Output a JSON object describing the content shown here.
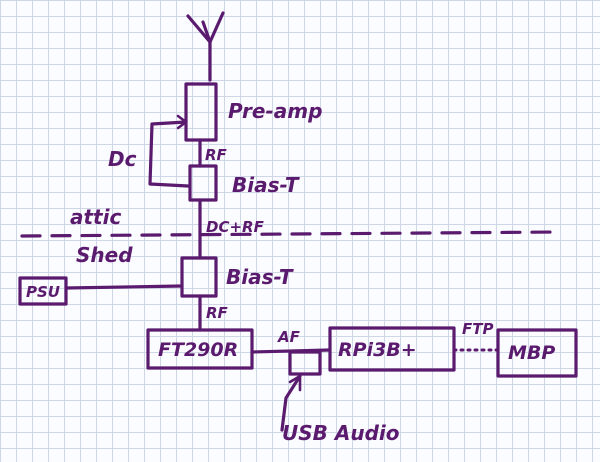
{
  "colors": {
    "ink": "#5a1a6e",
    "grid": "#cfd6e6",
    "paper": "#fbfcff"
  },
  "labels": {
    "preamp": "Pre-amp",
    "dc": "Dc",
    "rf_top": "RF",
    "bias_t_top": "Bias-T",
    "attic": "attic",
    "dc_rf": "DC+RF",
    "shed": "Shed",
    "bias_t_bottom": "Bias-T",
    "rf_bottom": "RF",
    "psu": "PSU",
    "ft290r": "FT290R",
    "af": "AF",
    "rpi": "RPi3B+",
    "ftp": "FTP",
    "mbp": "MBP",
    "usb_audio": "USB Audio"
  }
}
